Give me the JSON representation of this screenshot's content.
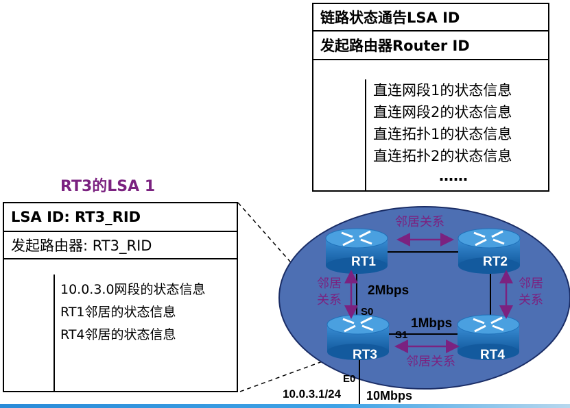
{
  "template_box": {
    "row1": "链路状态通告LSA ID",
    "row2": "发起路由器Router ID",
    "items": [
      "直连网段1的状态信息",
      "直连网段2的状态信息",
      "直连拓扑1的状态信息",
      "直连拓扑2的状态信息",
      "……"
    ]
  },
  "lsa_title": "RT3的LSA 1",
  "lsa_box": {
    "row1": "LSA ID:  RT3_RID",
    "row2": "发起路由器:  RT3_RID",
    "items": [
      "10.0.3.0网段的状态信息",
      "RT1邻居的状态信息",
      "RT4邻居的状态信息"
    ]
  },
  "routers": {
    "rt1": "RT1",
    "rt2": "RT2",
    "rt3": "RT3",
    "rt4": "RT4"
  },
  "labels": {
    "neighbor_top": "邻居关系",
    "neighbor_bottom": "邻居关系",
    "neighbor_left_1": "邻居",
    "neighbor_left_2": "关系",
    "neighbor_right_1": "邻居",
    "neighbor_right_2": "关系",
    "link_2m": "2Mbps",
    "link_1m": "1Mbps",
    "s0": "S0",
    "s1": "S1",
    "e0": "E0",
    "ip": "10.0.3.1/24",
    "link_10m": "10Mbps"
  },
  "colors": {
    "ellipse": "#4d6fb3",
    "router": "#1f70b8",
    "neighbor": "#7b2280"
  }
}
